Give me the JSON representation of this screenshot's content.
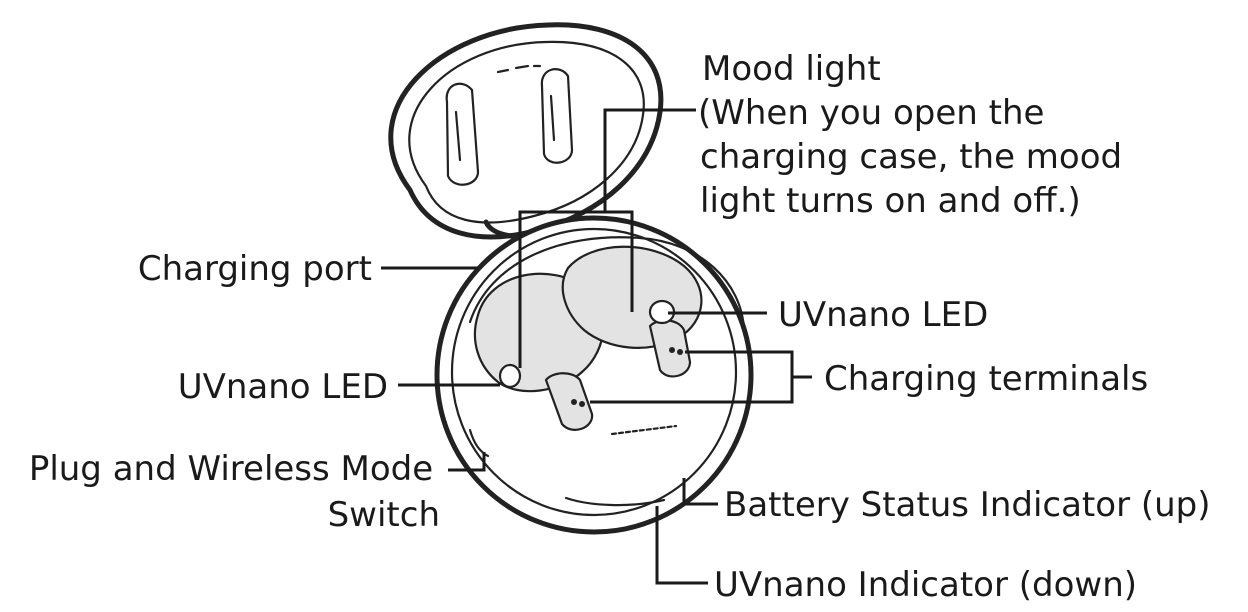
{
  "labels": {
    "mood_light": [
      "Mood light",
      "(When you open the",
      "charging case, the mood",
      "light turns on and off.)"
    ],
    "charging_port": "Charging port",
    "uvnano_led_right": "UVnano LED",
    "charging_terminals": "Charging terminals",
    "uvnano_led_left": "UVnano LED",
    "mode_switch": [
      "Plug and Wireless Mode",
      "Switch"
    ],
    "battery_status_indicator": "Battery Status Indicator (up)",
    "uvnano_indicator": "UVnano Indicator (down)"
  }
}
